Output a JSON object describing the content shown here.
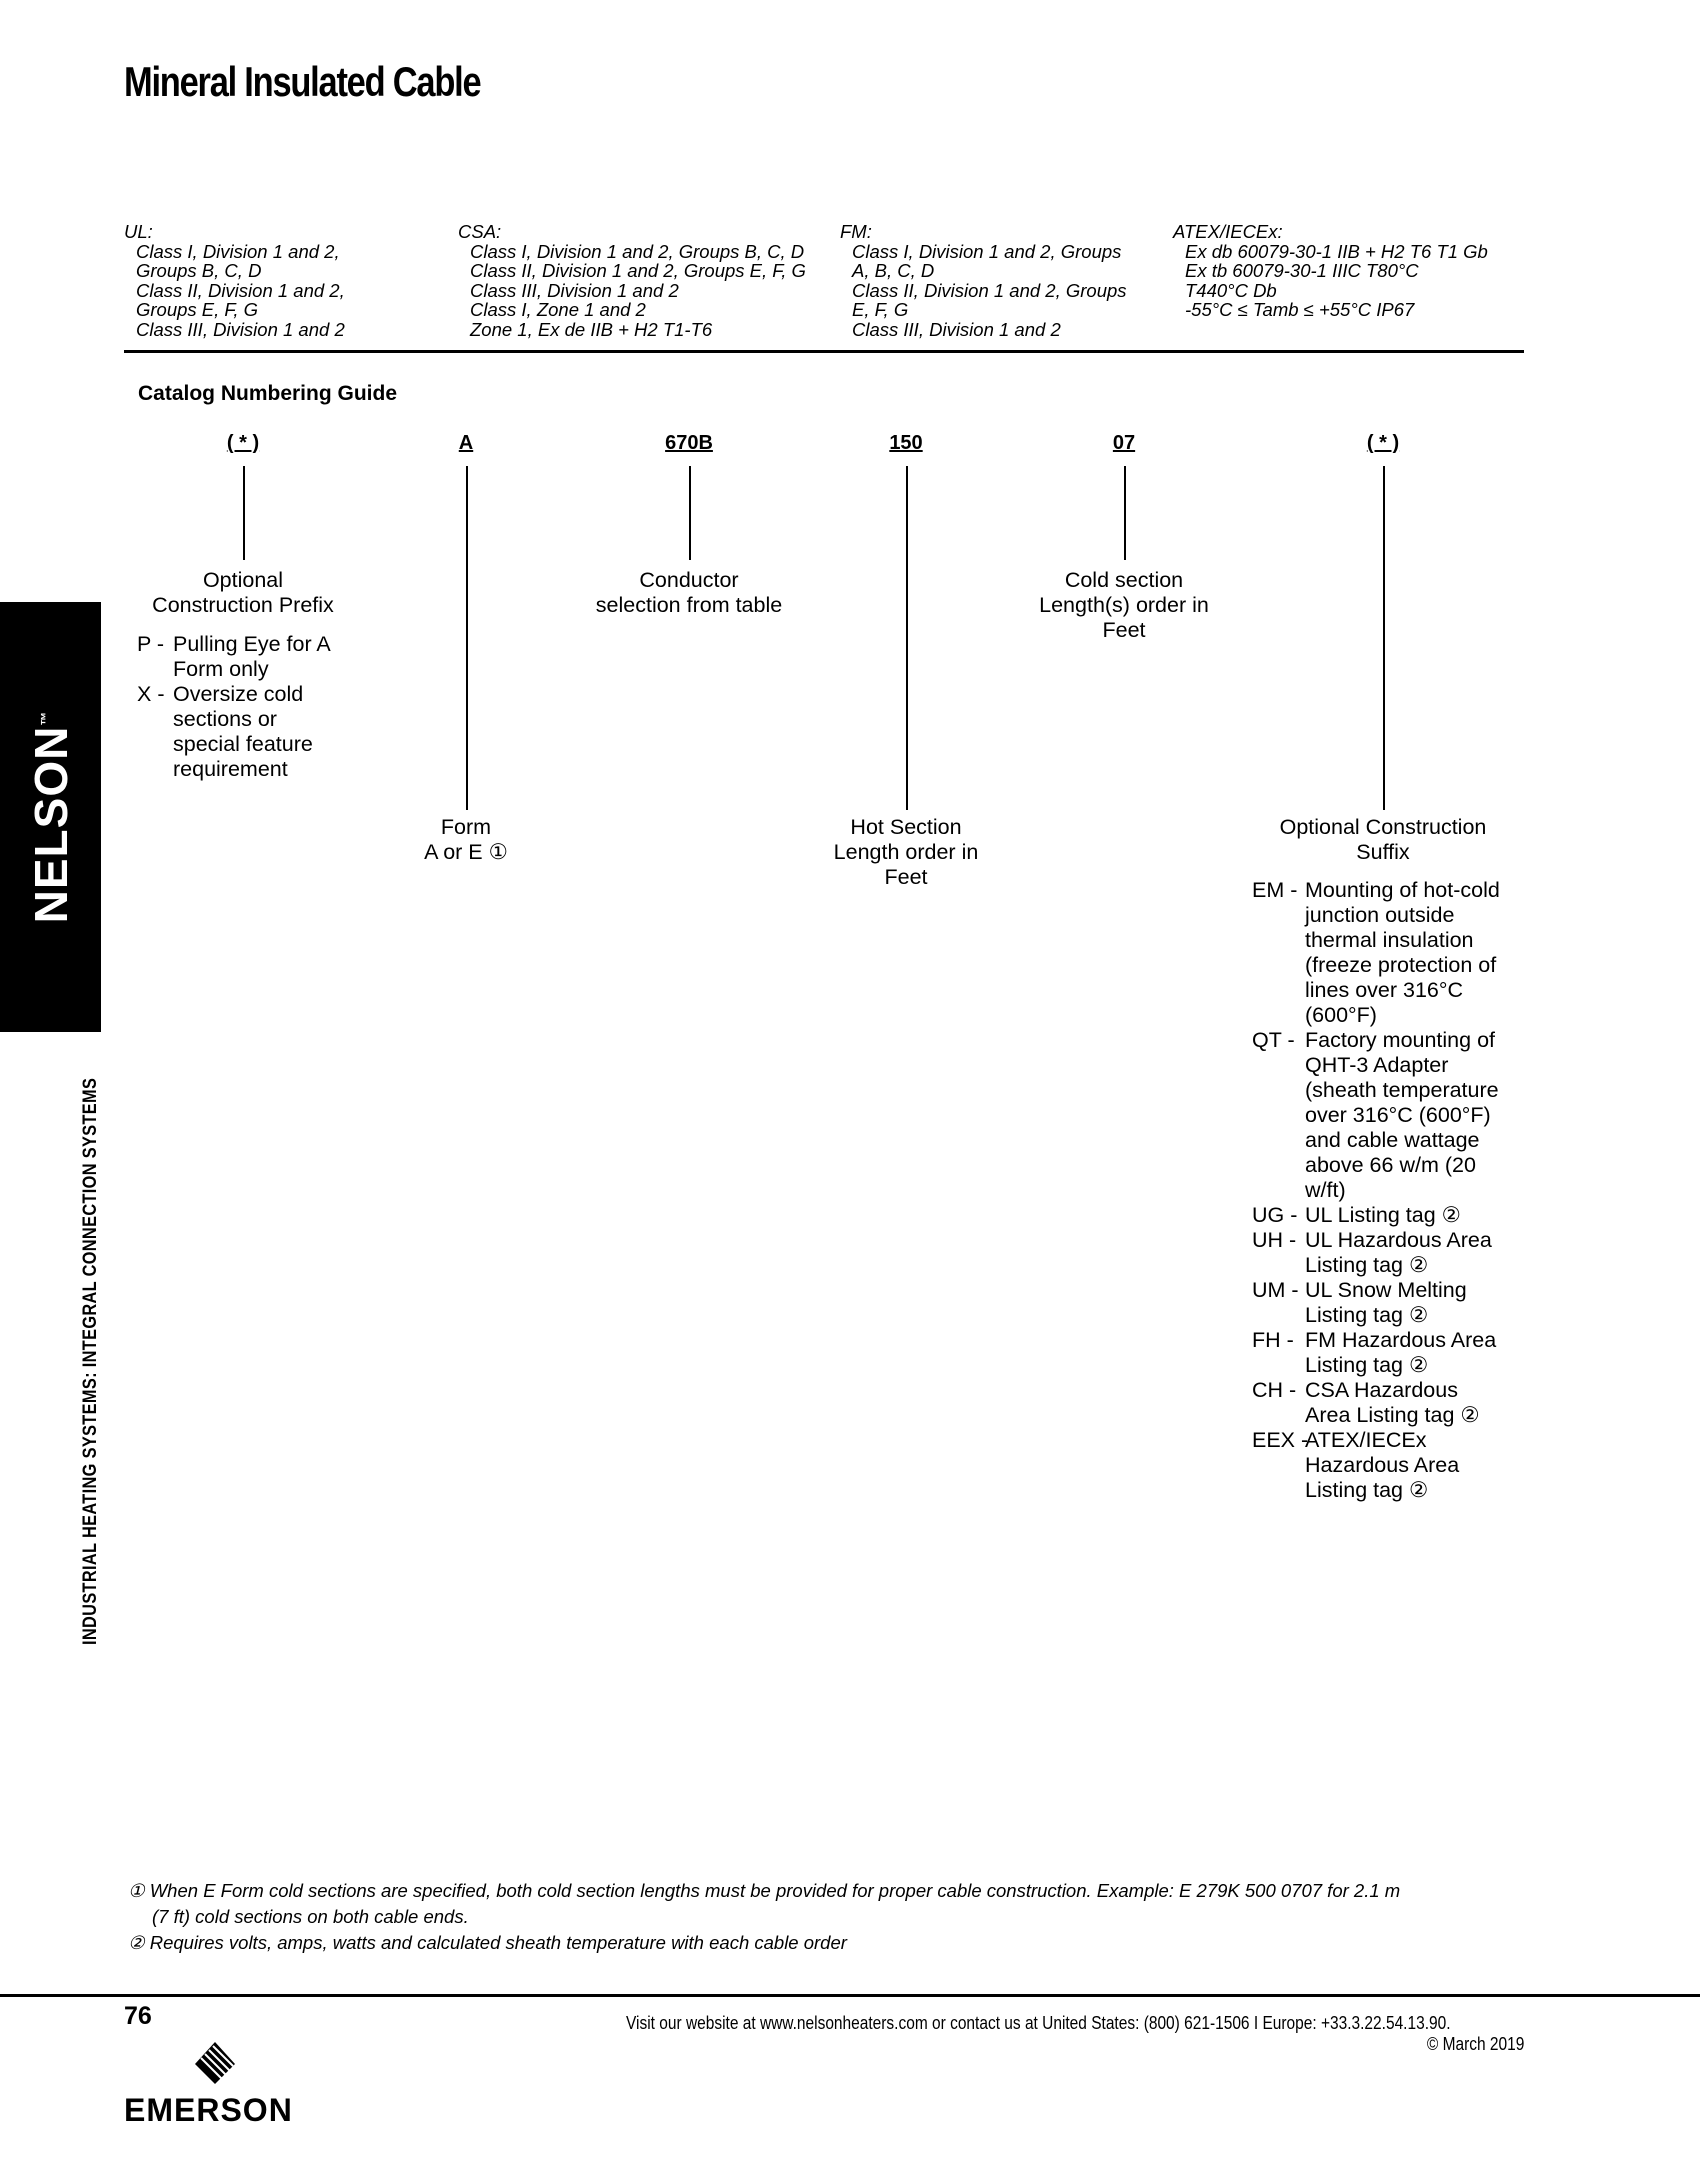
{
  "header": {
    "title": "Mineral Insulated Cable"
  },
  "certifications": [
    {
      "heading": "UL:",
      "lines": [
        "Class I, Division 1 and 2,",
        "Groups B, C, D",
        "Class II, Division 1 and 2,",
        "Groups E, F, G",
        "Class III, Division 1 and 2"
      ]
    },
    {
      "heading": "CSA:",
      "lines": [
        "Class I, Division 1 and 2, Groups B, C, D",
        "Class II, Division 1 and 2, Groups E, F, G",
        "Class III, Division 1 and 2",
        "Class I, Zone 1 and 2",
        "Zone 1, Ex de IIB + H2 T1-T6"
      ]
    },
    {
      "heading": "FM:",
      "lines": [
        "Class I, Division 1 and 2, Groups",
        "A, B, C, D",
        "Class II, Division 1 and 2, Groups",
        "E, F, G",
        "Class III, Division 1 and 2"
      ]
    },
    {
      "heading": "ATEX/IECEx:",
      "lines": [
        "Ex db 60079-30-1 IIB + H2 T6 T1 Gb",
        "Ex tb 60079-30-1 IIIC T80°C",
        "T440°C Db",
        "-55°C ≤ Tamb ≤ +55°C IP67"
      ]
    }
  ],
  "guide": {
    "title": "Catalog Numbering Guide",
    "codes": [
      "( * )",
      "A",
      "670B",
      "150",
      "07",
      "( * )"
    ],
    "prefix": {
      "label": "Optional\nConstruction Prefix",
      "items": [
        {
          "key": "P -",
          "text": "Pulling Eye for A Form only"
        },
        {
          "key": "X -",
          "text": "Oversize cold sections or special feature requirement"
        }
      ]
    },
    "conductor": {
      "label": "Conductor\nselection from table"
    },
    "cold_section": {
      "label": "Cold section\nLength(s) order in\nFeet"
    },
    "form": {
      "label": "Form\nA or E ①"
    },
    "hot_section": {
      "label": "Hot Section\nLength order in\nFeet"
    },
    "suffix": {
      "label": "Optional Construction\nSuffix",
      "items": [
        {
          "key": "EM -",
          "text": "Mounting of hot-cold junction outside thermal insulation (freeze protection of lines over 316°C (600°F)"
        },
        {
          "key": "QT -",
          "text": "Factory mounting of QHT-3 Adapter (sheath temperature over 316°C (600°F) and cable wattage above 66 w/m (20 w/ft)"
        },
        {
          "key": "UG -",
          "text": "UL Listing tag ②"
        },
        {
          "key": "UH -",
          "text": "UL Hazardous Area Listing tag ②"
        },
        {
          "key": "UM -",
          "text": "UL Snow Melting Listing tag ②"
        },
        {
          "key": "FH -",
          "text": "FM Hazardous Area Listing tag ②"
        },
        {
          "key": "CH -",
          "text": "CSA Hazardous Area Listing tag ②"
        },
        {
          "key": "EEX -",
          "text": "ATEX/IECEx Hazardous Area Listing tag ②"
        }
      ]
    }
  },
  "sidebar": {
    "brand": "NELSON",
    "trademark": "™",
    "section": "INDUSTRIAL HEATING SYSTEMS: INTEGRAL CONNECTION SYSTEMS"
  },
  "notes": [
    "① When E Form cold sections are specified, both cold section lengths must be provided for proper cable construction. Example: E 279K 500 0707 for 2.1 m",
    "(7 ft) cold sections on both cable ends.",
    "② Requires volts, amps, watts and calculated sheath temperature with each cable order"
  ],
  "footer": {
    "page_number": "76",
    "contact": "Visit our website at www.nelsonheaters.com or contact us at United States: (800) 621-1506 I Europe: +33.3.22.54.13.90.",
    "copyright": "© March 2019",
    "company": "EMERSON"
  }
}
